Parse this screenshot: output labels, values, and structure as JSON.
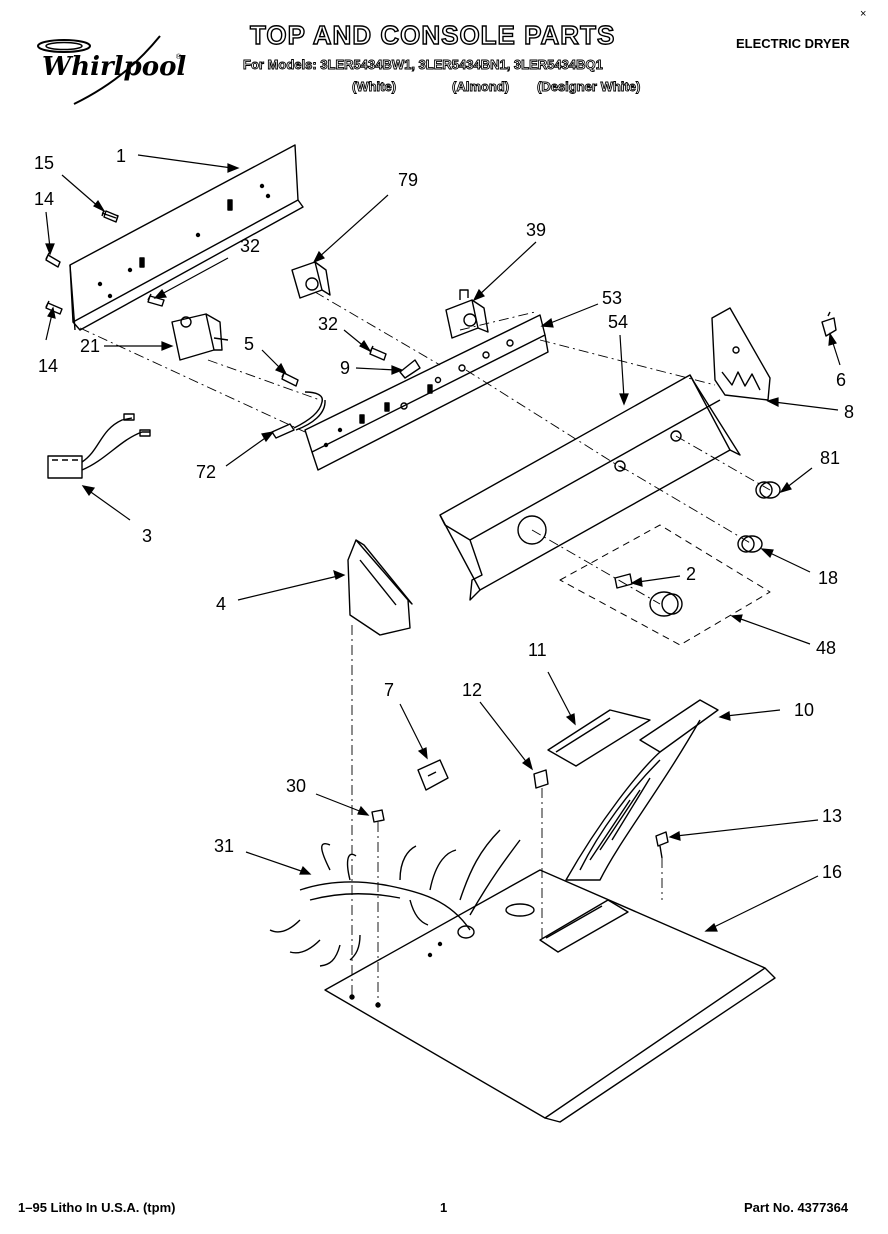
{
  "header": {
    "brand": "Whirlpool",
    "title": "TOP AND CONSOLE PARTS",
    "models_line": "For Models: 3LER5434BW1, 3LER5434BN1, 3LER5434BQ1",
    "variants": [
      "(White)",
      "(Almond)",
      "(Designer White)"
    ],
    "doc_type": "ELECTRIC DRYER",
    "corner_mark": "×"
  },
  "callouts": [
    "1",
    "15",
    "14",
    "32",
    "14",
    "21",
    "5",
    "3",
    "72",
    "79",
    "32",
    "9",
    "39",
    "53",
    "54",
    "6",
    "8",
    "81",
    "18",
    "2",
    "48",
    "4",
    "7",
    "12",
    "11",
    "10",
    "30",
    "31",
    "13",
    "16"
  ],
  "footer": {
    "left": "1–95 Litho In U.S.A. (tpm)",
    "page": "1",
    "part_no": "Part No. 4377364"
  }
}
